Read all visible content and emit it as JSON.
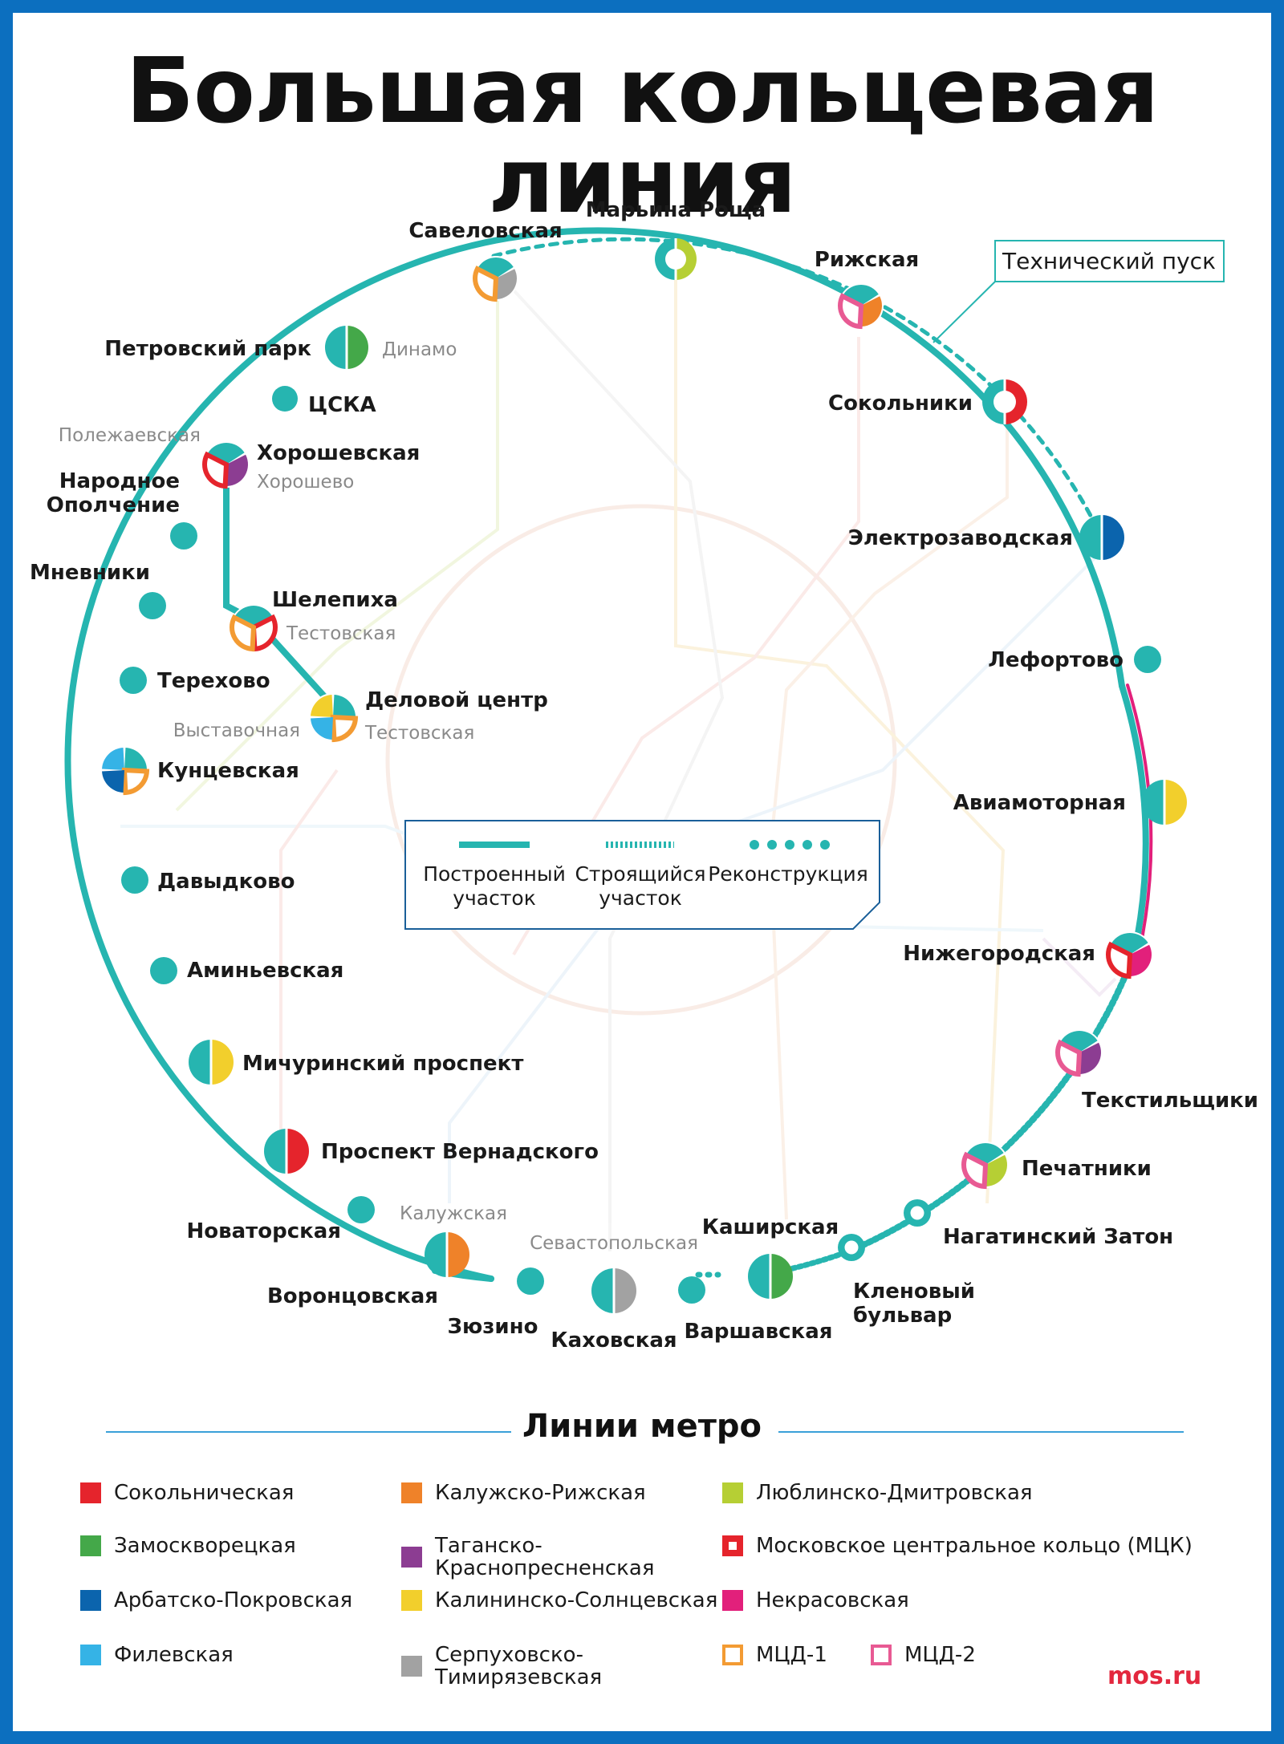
{
  "title": "Большая кольцевая линия",
  "colors": {
    "ring": "#26b5b0",
    "frame": "#0c6fbf",
    "sokolnicheskaya": "#e5242c",
    "zamoskvoretskaya": "#44a849",
    "arbatsko": "#0b64ad",
    "filevskaya": "#35b3e6",
    "kaluzhsko": "#ef8229",
    "tagansko": "#8c3d92",
    "kalininsko": "#f2cf2c",
    "serpukhovsko": "#a2a2a2",
    "lyublinsko": "#b6cf34",
    "mck": "#e5242c",
    "nekrasovskaya": "#e2207b",
    "mcd1": "#f39b33",
    "mcd2": "#e85a93"
  },
  "stations": [
    {
      "id": "maryina",
      "name": "Марьина Роща"
    },
    {
      "id": "savel",
      "name": "Савеловская"
    },
    {
      "id": "petrpark",
      "name": "Петровский парк",
      "sub": "Динамо"
    },
    {
      "id": "cska",
      "name": "ЦСКА"
    },
    {
      "id": "horosh",
      "name": "Хорошевская",
      "sub": "Хорошево",
      "sub2": "Полежаевская"
    },
    {
      "id": "narodnoe",
      "name": "Народное",
      "name2": "Ополчение"
    },
    {
      "id": "mnevniki",
      "name": "Мневники"
    },
    {
      "id": "terekhovo",
      "name": "Терехово"
    },
    {
      "id": "kuntsev",
      "name": "Кунцевская"
    },
    {
      "id": "davydkovo",
      "name": "Давыдково"
    },
    {
      "id": "aminev",
      "name": "Аминьевская"
    },
    {
      "id": "michurin",
      "name": "Мичуринский проспект"
    },
    {
      "id": "vernad",
      "name": "Проспект Вернадского"
    },
    {
      "id": "novator",
      "name": "Новаторская"
    },
    {
      "id": "vorontsov",
      "name": "Воронцовская",
      "sub": "Калужская"
    },
    {
      "id": "zyuzino",
      "name": "Зюзино"
    },
    {
      "id": "kakhov",
      "name": "Каховская",
      "sub": "Севастопольская"
    },
    {
      "id": "varshav",
      "name": "Варшавская"
    },
    {
      "id": "kashir",
      "name": "Каширская"
    },
    {
      "id": "klenovy",
      "name": "Кленовый",
      "name2": "бульвар"
    },
    {
      "id": "nagatin",
      "name": "Нагатинский Затон"
    },
    {
      "id": "pechatniki",
      "name": "Печатники"
    },
    {
      "id": "tekstil",
      "name": "Текстильщики"
    },
    {
      "id": "nizhegor",
      "name": "Нижегородская"
    },
    {
      "id": "aviamotor",
      "name": "Авиамоторная"
    },
    {
      "id": "lefortovo",
      "name": "Лефортово"
    },
    {
      "id": "elektrozav",
      "name": "Электрозаводская"
    },
    {
      "id": "sokolniki",
      "name": "Сокольники"
    },
    {
      "id": "rizhskaya",
      "name": "Рижская"
    },
    {
      "id": "shelepikha",
      "name": "Шелепиха",
      "sub": "Тестовская"
    },
    {
      "id": "delovoy",
      "name": "Деловой центр",
      "sub": "Тестовская",
      "sub2": "Выставочная"
    }
  ],
  "tech_launch": "Технический пуск",
  "legend": {
    "built": [
      "Построенный",
      "участок"
    ],
    "construction": [
      "Строящийся",
      "участок"
    ],
    "reconstruction": "Реконструкция"
  },
  "lines_title": "Линии метро",
  "lines": [
    {
      "name": "Сокольническая",
      "type": "solid",
      "color": "#e5242c"
    },
    {
      "name": "Замоскворецкая",
      "type": "solid",
      "color": "#44a849"
    },
    {
      "name": "Арбатско-Покровская",
      "type": "solid",
      "color": "#0b64ad"
    },
    {
      "name": "Филевская",
      "type": "solid",
      "color": "#35b3e6"
    },
    {
      "name": "Калужско-Рижская",
      "type": "solid",
      "color": "#ef8229"
    },
    {
      "name": "Таганско-",
      "name2": "Краснопресненская",
      "type": "solid",
      "color": "#8c3d92"
    },
    {
      "name": "Калининско-Солнцевская",
      "type": "solid",
      "color": "#f2cf2c"
    },
    {
      "name": "Серпуховско-",
      "name2": "Тимирязевская",
      "type": "solid",
      "color": "#a2a2a2"
    },
    {
      "name": "Люблинско-Дмитровская",
      "type": "solid",
      "color": "#b6cf34"
    },
    {
      "name": "Московское центральное кольцо (МЦК)",
      "type": "mck",
      "color": "#e5242c"
    },
    {
      "name": "Некрасовская",
      "type": "solid",
      "color": "#e2207b"
    },
    {
      "name": "МЦД-1",
      "type": "outline",
      "color": "#f39b33"
    },
    {
      "name": "МЦД-2",
      "type": "outline",
      "color": "#e85a93"
    }
  ],
  "brand": "mos.ru"
}
